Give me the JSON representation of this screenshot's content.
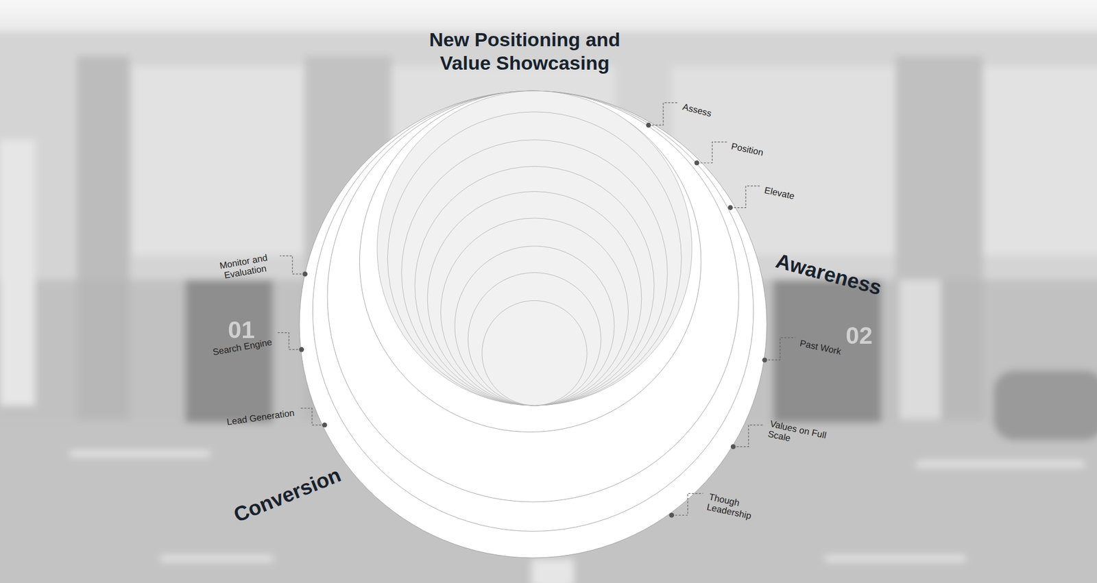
{
  "diagram": {
    "title": "New Positioning and Value Showcasing",
    "labels": [
      "Assess",
      "Position",
      "Elevate",
      "Awareness",
      "Past Work",
      "Values on Full Scale",
      "Though Leadership",
      "Conversion",
      "Lead Generation",
      "Search Engine",
      "Monitor and Evaluation",
      "01",
      "02"
    ]
  }
}
